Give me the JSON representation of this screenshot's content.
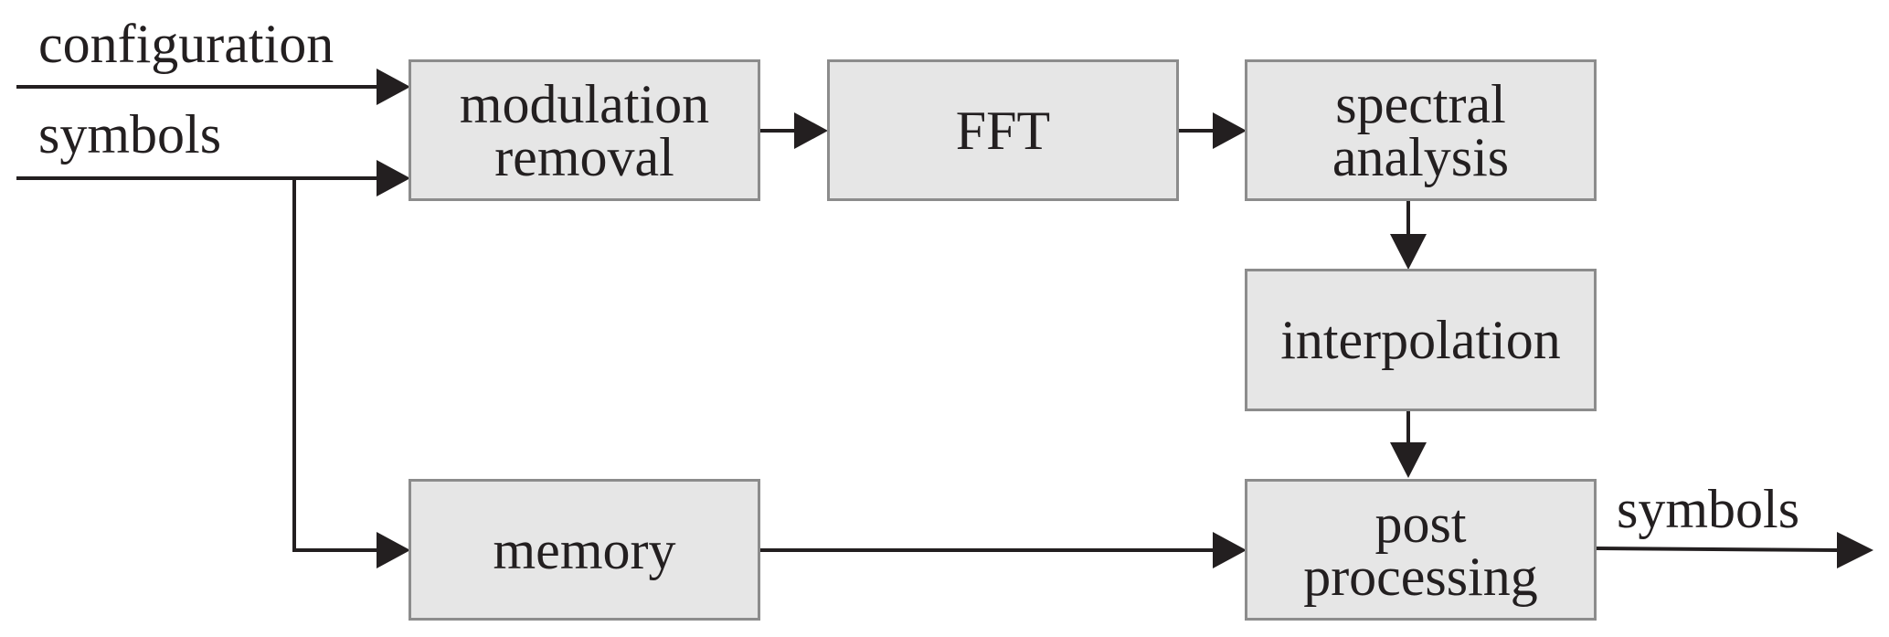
{
  "inputs": {
    "configuration": "configuration",
    "symbols": "symbols"
  },
  "output": {
    "symbols": "symbols"
  },
  "blocks": {
    "modulation_removal": [
      "modulation",
      "removal"
    ],
    "fft": [
      "FFT"
    ],
    "spectral_analysis": [
      "spectral",
      "analysis"
    ],
    "interpolation": [
      "interpolation"
    ],
    "memory": [
      "memory"
    ],
    "post_processing": [
      "post",
      "processing"
    ]
  },
  "colors": {
    "block_fill": "#e6e6e6",
    "block_border": "#8c8c8c",
    "line": "#231f20",
    "text": "#231f20"
  }
}
